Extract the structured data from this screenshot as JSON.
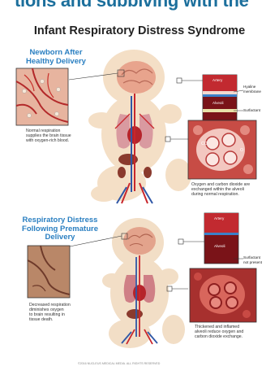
{
  "top_text": "tions and subbiving with the",
  "title": "Infant Respiratory Distress Syndrome",
  "section1": {
    "heading_line1": "Newborn After",
    "heading_line2": "Healthy Delivery",
    "caption": [
      "Normal respiration",
      "supplies the brain tissue",
      "with oxygen-rich blood."
    ],
    "panel_labels": {
      "artery": "Artery",
      "hyaline": "Hyaline",
      "membrane": "membrane",
      "alveoli": "Alveoli",
      "surfactant": "Surfactant"
    },
    "alveoli_caption": [
      "Oxygen and carbon dioxide are",
      "exchanged within the alveoli",
      "during normal respiration."
    ]
  },
  "section2": {
    "heading_line1": "Respiratory Distress",
    "heading_line2": "Following Premature",
    "heading_line3": "Delivery",
    "caption": [
      "Decreased respiration",
      "diminishes oxygen",
      "to brain resulting in",
      "tissue death."
    ],
    "panel_labels": {
      "artery": "Artery",
      "alveoli": "Alveoli",
      "surfactant": "Surfactant",
      "not_present": "not present"
    },
    "alveoli_caption": [
      "Thickened and inflamed",
      "alveoli reduce oxygen and",
      "carbon dioxide exchange."
    ]
  },
  "footer": "©2016 NUCLEUS MEDICAL MEDIA. ALL RIGHTS RESERVED",
  "colors": {
    "heading_blue": "#2a7fc1",
    "skin": "#f4dfc6",
    "artery_red": "#c8262c",
    "vein_blue": "#2f57a6",
    "panel_dark": "#7a1318",
    "brain": "#e8a48d"
  }
}
